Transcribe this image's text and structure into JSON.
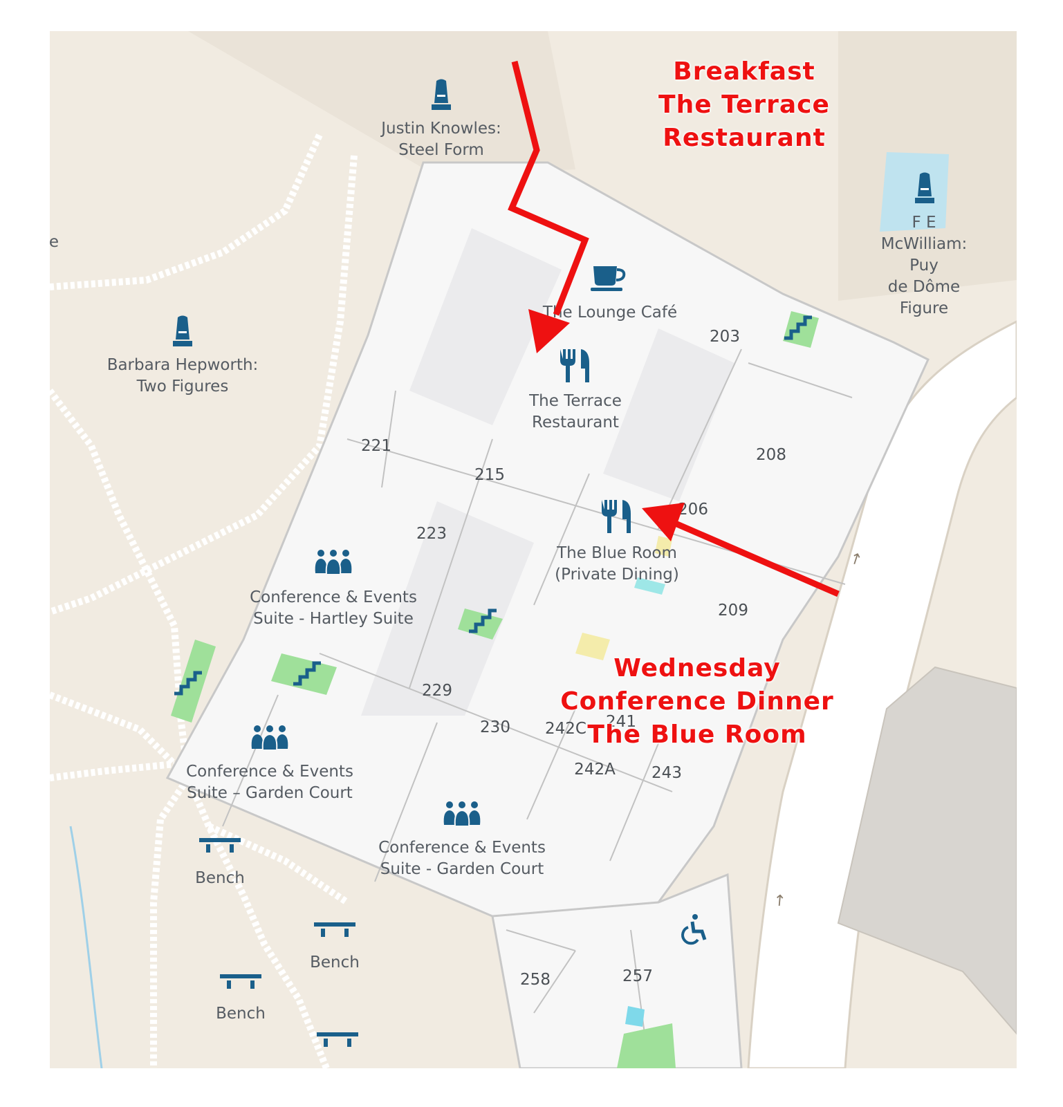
{
  "map": {
    "annotations": {
      "breakfast": "Breakfast\nThe Terrace Restaurant",
      "dinner": "Wednesday Conference Dinner\nThe Blue Room"
    },
    "places": {
      "justin_knowles": "Justin Knowles:\nSteel Form",
      "mcwilliam": "F E McWilliam: Puy\nde Dôme Figure",
      "hepworth": "Barbara Hepworth:\nTwo Figures",
      "lounge_cafe": "The Lounge Café",
      "terrace": "The Terrace\nRestaurant",
      "blue_room": "The Blue Room\n(Private Dining)",
      "hartley": "Conference & Events\nSuite - Hartley Suite",
      "garden_court_1": "Conference & Events\nSuite – Garden Court",
      "garden_court_2": "Conference & Events\nSuite - Garden Court",
      "edge_fragment": "e"
    },
    "benches": [
      "Bench",
      "Bench",
      "Bench"
    ],
    "rooms": {
      "r203": "203",
      "r208": "208",
      "r206": "206",
      "r209": "209",
      "r221": "221",
      "r215": "215",
      "r223": "223",
      "r229": "229",
      "r230": "230",
      "r242c": "242C",
      "r241": "241",
      "r242a": "242A",
      "r243": "243",
      "r258": "258",
      "r257": "257"
    },
    "direction_arrows": [
      "↑",
      "↑"
    ],
    "colors": {
      "background": "#f1ebe1",
      "building": "#f7f7f7",
      "icon_blue": "#1a5f8a",
      "annotation_red": "#ee1111",
      "stairs_green": "#9fe09a",
      "water_blue": "#bfe3ef"
    },
    "icons": [
      "monument-icon",
      "coffee-cup-icon",
      "restaurant-icon",
      "group-icon",
      "stairs-icon",
      "bench-icon",
      "wheelchair-icon"
    ]
  }
}
